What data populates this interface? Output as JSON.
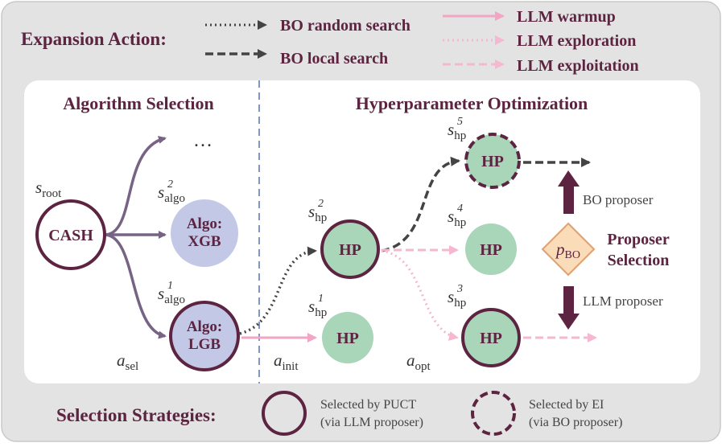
{
  "legend": {
    "expansion_action_label": "Expansion Action:",
    "bo_random_search": "BO random search",
    "bo_local_search": "BO local search",
    "llm_warmup": "LLM warmup",
    "llm_exploration": "LLM exploration",
    "llm_exploitation": "LLM exploitation"
  },
  "sections": {
    "algorithm_selection": "Algorithm Selection",
    "hyperparameter_optimization": "Hyperparameter Optimization"
  },
  "nodes": {
    "cash": "CASH",
    "algo_xgb_line1": "Algo:",
    "algo_xgb_line2": "XGB",
    "algo_lgb_line1": "Algo:",
    "algo_lgb_line2": "LGB",
    "hp": "HP",
    "ellipsis": "…",
    "p_bo_base": "p",
    "p_bo_sub": "BO"
  },
  "state_labels": {
    "s": "s",
    "root": "root",
    "algo": "algo",
    "hp": "hp",
    "sup_1": "1",
    "sup_2": "2",
    "sup_3": "3",
    "sup_4": "4",
    "sup_5": "5"
  },
  "actions": {
    "a": "a",
    "sel": "sel",
    "init": "init",
    "opt": "opt"
  },
  "proposer": {
    "bo_proposer": "BO proposer",
    "llm_proposer": "LLM proposer",
    "selection_line1": "Proposer",
    "selection_line2": "Selection"
  },
  "selection": {
    "label": "Selection Strategies:",
    "puct_line1": "Selected by PUCT",
    "puct_line2": "(via LLM proposer)",
    "ei_line1": "Selected by EI",
    "ei_line2": "(via BO proposer)"
  },
  "colors": {
    "outer_bg": "#e3e3e3",
    "node_border": "#5c2440",
    "cash_fill": "#ffffff",
    "algo_fill": "#c3c8e6",
    "hp_fill": "#a9d5b9",
    "diamond_fill": "#fbdcb9",
    "diamond_stroke": "#e0a070",
    "arrow_gray": "#6e5f78",
    "pink": "#f3a6c4",
    "dark": "#444444",
    "divider": "#7c97c8",
    "text_dark": "#5c2440"
  }
}
